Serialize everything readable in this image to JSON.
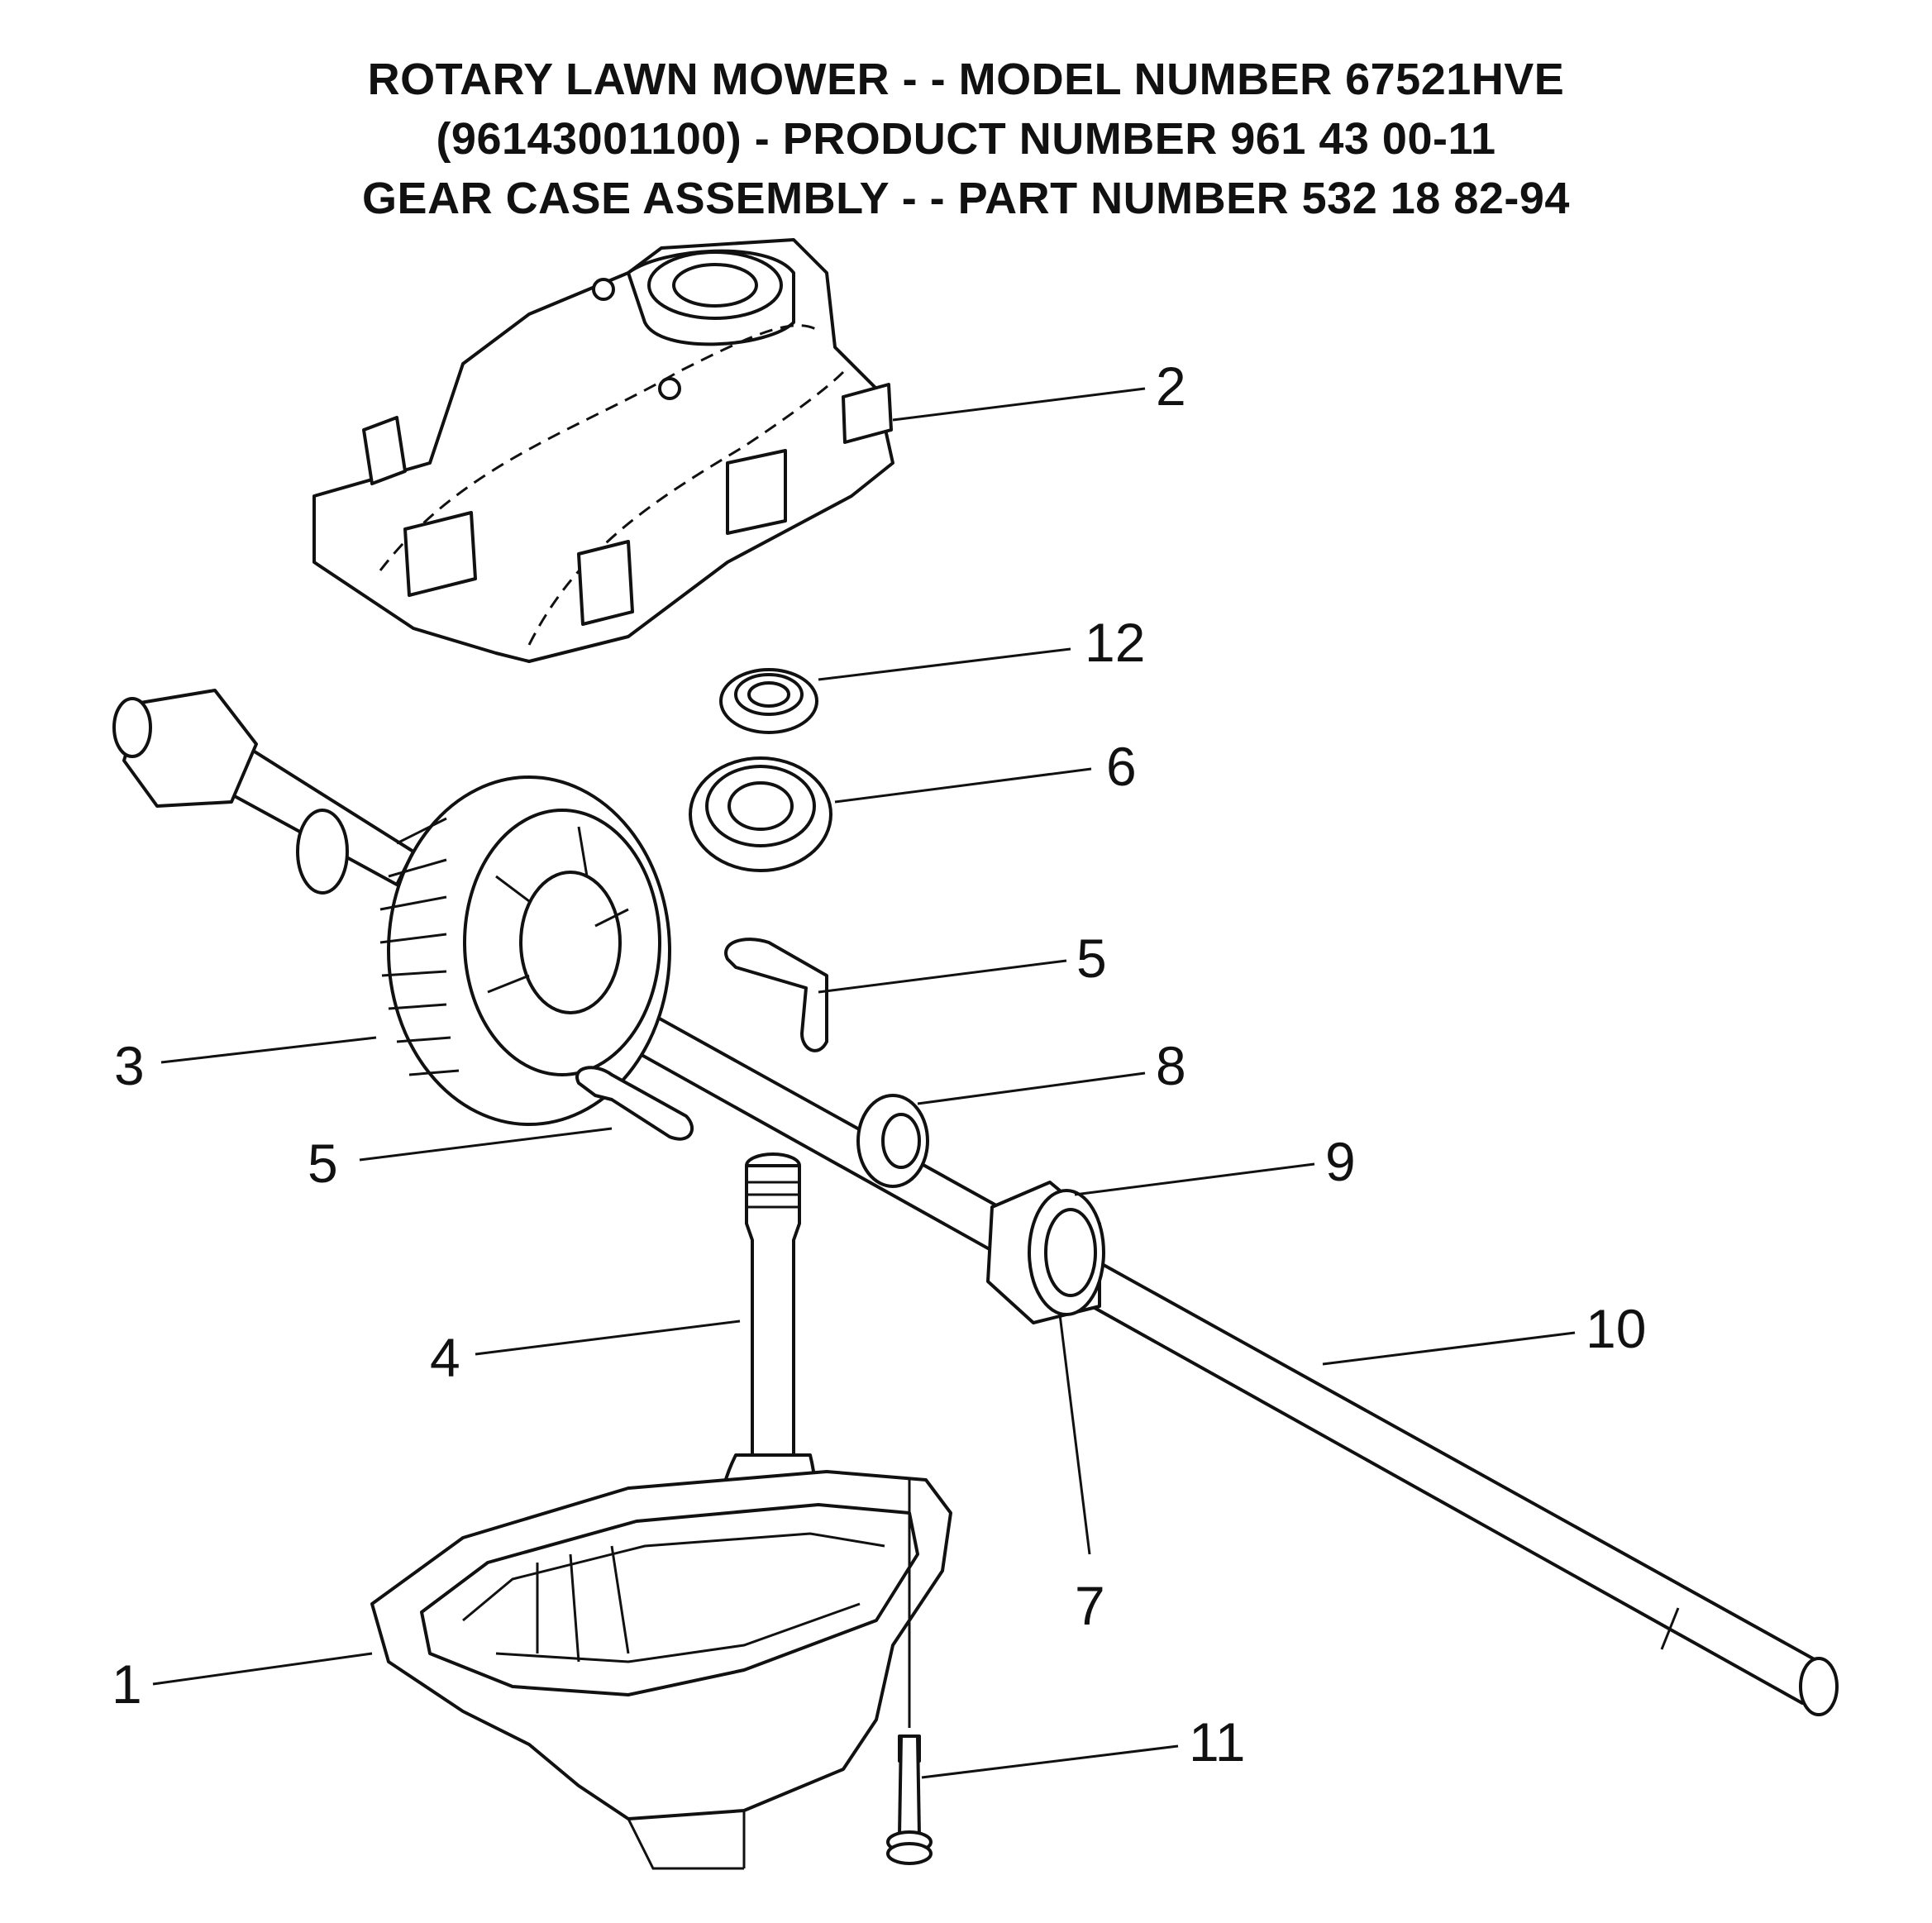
{
  "header": {
    "line1_prefix": "ROTARY LAWN MOWER - - MODEL NUMBER ",
    "line1_model": "67521HVE",
    "line2": "(96143001100) - PRODUCT NUMBER 961 43 00-11",
    "line3": "GEAR CASE ASSEMBLY - - PART NUMBER 532 18 82-94"
  },
  "callouts": {
    "c2": "2",
    "c12": "12",
    "c6": "6",
    "c5a": "5",
    "c8": "8",
    "c3": "3",
    "c5b": "5",
    "c9": "9",
    "c4": "4",
    "c10": "10",
    "c7": "7",
    "c1": "1",
    "c11": "11"
  }
}
